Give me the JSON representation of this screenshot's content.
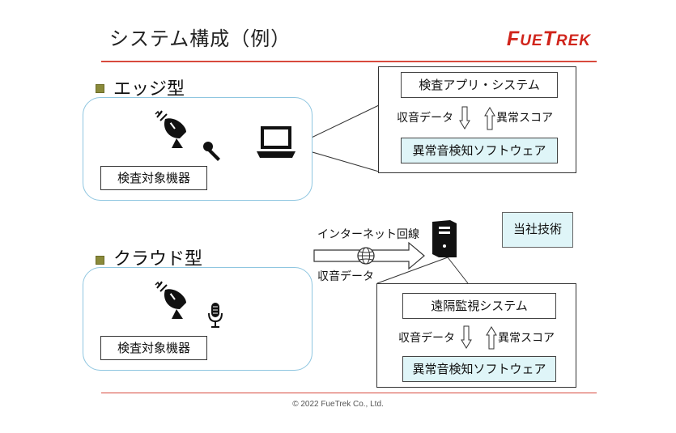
{
  "header": {
    "title": "システム構成（例）",
    "logo_big1": "F",
    "logo_small1": "UE",
    "logo_big2": "T",
    "logo_small2": "REK"
  },
  "edge": {
    "heading": "エッジ型",
    "device_label": "検査対象機器",
    "panel": {
      "app_label": "検査アプリ・システム",
      "down_label": "収音データ",
      "up_label": "異常スコア",
      "software_label": "異常音検知ソフトウェア"
    }
  },
  "cloud": {
    "heading": "クラウド型",
    "device_label": "検査対象機器",
    "network_label": "インターネット回線",
    "data_label": "収音データ",
    "panel": {
      "app_label": "遠隔監視システム",
      "down_label": "収音データ",
      "up_label": "異常スコア",
      "software_label": "異常音検知ソフトウェア"
    }
  },
  "tech_label": "当社技術",
  "footer": "© 2022 FueTrek Co., Ltd."
}
